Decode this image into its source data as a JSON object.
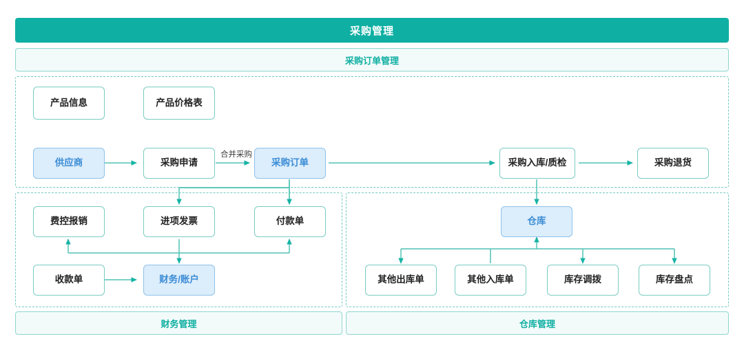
{
  "header": {
    "title": "采购管理",
    "subtitle": "采购订单管理",
    "accent_color": "#0FB0A3",
    "subtitle_bg": "#F2FBFA"
  },
  "footers": {
    "finance": "财务管理",
    "warehouse": "仓库管理"
  },
  "colors": {
    "teal": "#0FB0A3",
    "teal_border": "#79CCC2",
    "blue_fill": "#DCEDFB",
    "blue_border": "#8EC2EA",
    "blue_text": "#3C8DD6",
    "dashed_border": "#6FC9BF",
    "node_text": "#222222"
  },
  "groups": {
    "order": {
      "name": "采购订单管理"
    },
    "finance": {
      "name": "财务管理"
    },
    "warehouse": {
      "name": "仓库管理"
    }
  },
  "nodes": {
    "product_info": {
      "label": "产品信息",
      "style": "plain"
    },
    "price_list": {
      "label": "产品价格表",
      "style": "plain"
    },
    "supplier": {
      "label": "供应商",
      "style": "accent"
    },
    "purchase_req": {
      "label": "采购申请",
      "style": "plain"
    },
    "purchase_order": {
      "label": "采购订单",
      "style": "accent"
    },
    "inbound_qc": {
      "label": "采购入库/质检",
      "style": "plain"
    },
    "purchase_return": {
      "label": "采购退货",
      "style": "plain"
    },
    "expense_claim": {
      "label": "费控报销",
      "style": "plain"
    },
    "input_invoice": {
      "label": "进项发票",
      "style": "plain"
    },
    "payment_slip": {
      "label": "付款单",
      "style": "plain"
    },
    "receipt_slip": {
      "label": "收款单",
      "style": "plain"
    },
    "finance_account": {
      "label": "财务/账户",
      "style": "accent"
    },
    "warehouse": {
      "label": "仓库",
      "style": "accent"
    },
    "other_outbound": {
      "label": "其他出库单",
      "style": "plain"
    },
    "other_inbound": {
      "label": "其他入库单",
      "style": "plain"
    },
    "stock_transfer": {
      "label": "库存调拨",
      "style": "plain"
    },
    "stock_count": {
      "label": "库存盘点",
      "style": "plain"
    }
  },
  "edges": {
    "merge_purchase_label": "合并采购"
  }
}
